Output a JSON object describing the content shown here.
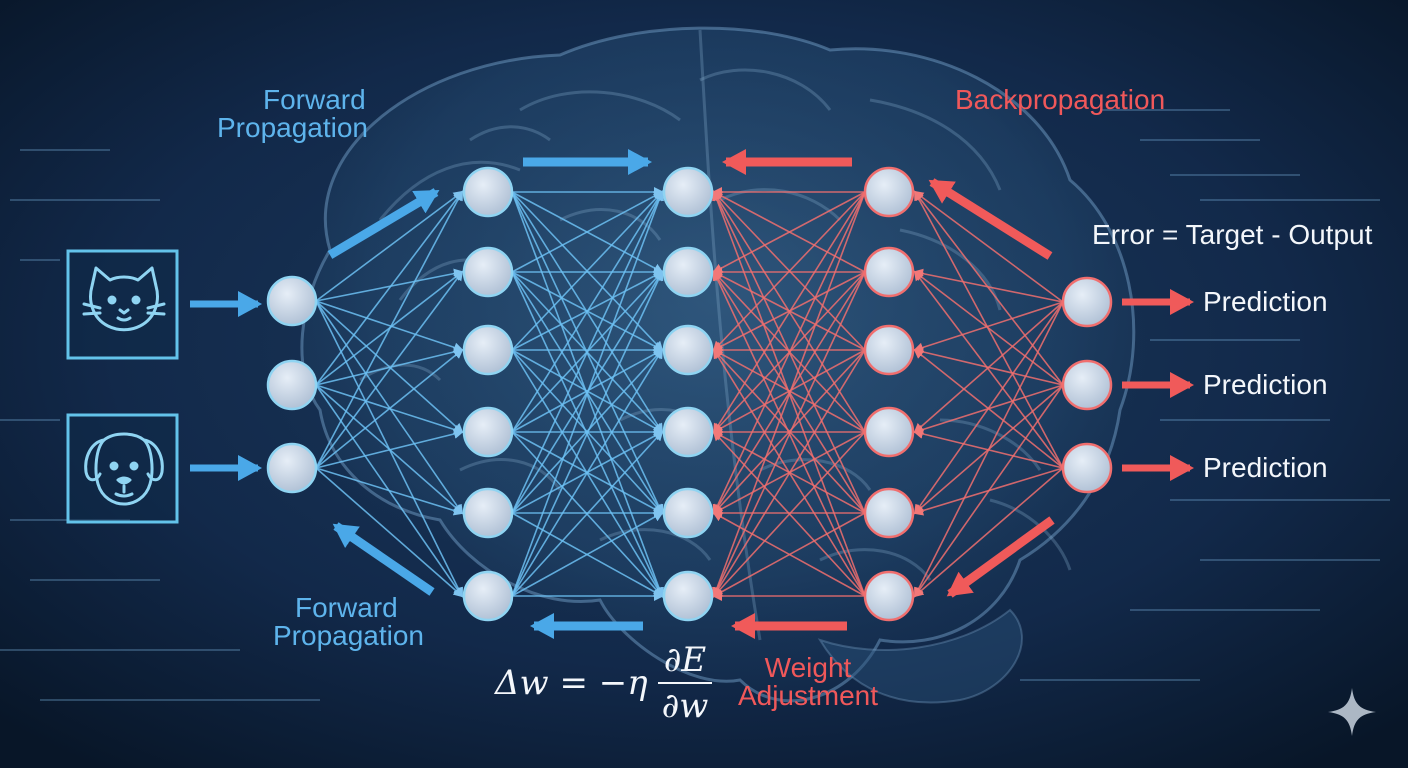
{
  "labels": {
    "forward_top": [
      "Forward",
      "Propagation"
    ],
    "forward_bottom": [
      "Forward",
      "Propagation"
    ],
    "backpropagation": "Backpropagation",
    "weight_adjustment": [
      "Weight",
      "Adjustment"
    ],
    "error_equation": "Error = Target - Output",
    "predictions": [
      "Prediction",
      "Prediction",
      "Prediction"
    ]
  },
  "formula": {
    "lhs": "Δw = −η",
    "numerator": "∂E",
    "denominator": "∂w"
  },
  "inputs": [
    {
      "name": "cat",
      "icon": "cat-icon"
    },
    {
      "name": "dog",
      "icon": "dog-icon"
    }
  ],
  "network": {
    "layers": [
      3,
      6,
      6,
      6,
      3
    ],
    "forward_color": "#4aa8e8",
    "backward_color": "#f05a5a",
    "node_fill": "#c4d4e6"
  },
  "colors": {
    "background": "#0d1f35",
    "forward": "#5eb4ec",
    "backward": "#f0585a",
    "text": "#f4f7fb"
  }
}
